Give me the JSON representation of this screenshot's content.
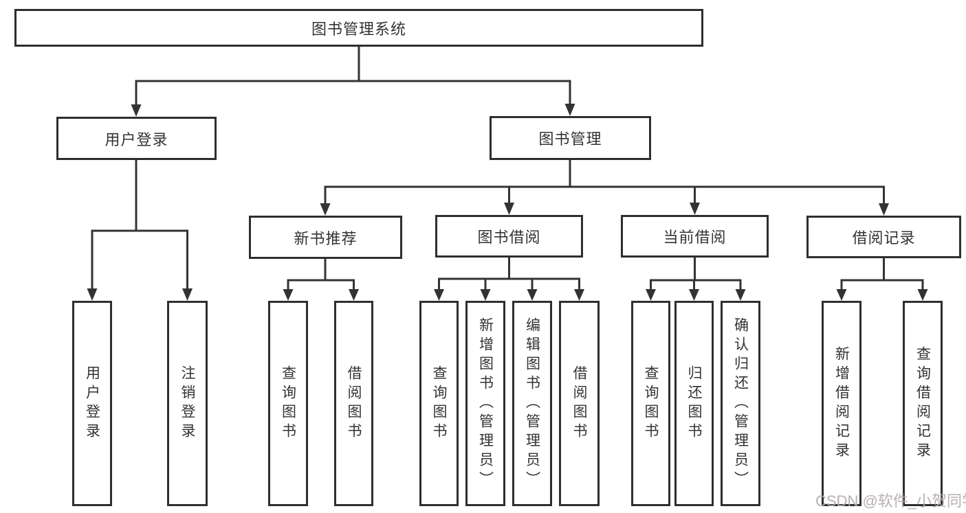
{
  "diagram": {
    "root": {
      "label": "图书管理系统"
    },
    "level2": [
      {
        "label": "用户登录"
      },
      {
        "label": "图书管理"
      }
    ],
    "level3": [
      {
        "label": "新书推荐"
      },
      {
        "label": "图书借阅"
      },
      {
        "label": "当前借阅"
      },
      {
        "label": "借阅记录"
      }
    ],
    "leaves": {
      "user_login_group": [
        {
          "label": "用户登录"
        },
        {
          "label": "注销登录"
        }
      ],
      "new_book_group": [
        {
          "label": "查询图书"
        },
        {
          "label": "借阅图书"
        }
      ],
      "book_borrow_group": [
        {
          "label": "查询图书"
        },
        {
          "label": "新增图书（管理员）"
        },
        {
          "label": "编辑图书（管理员）"
        },
        {
          "label": "借阅图书"
        }
      ],
      "current_borrow_group": [
        {
          "label": "查询图书"
        },
        {
          "label": "归还图书"
        },
        {
          "label": "确认归还（管理员）"
        }
      ],
      "record_group": [
        {
          "label": "新增借阅记录"
        },
        {
          "label": "查询借阅记录"
        }
      ]
    }
  },
  "watermark": {
    "text": "CSDN @软件_小贺同学"
  },
  "colors": {
    "line": "#333333",
    "box_border": "#2e2e2e",
    "text": "#333333",
    "watermark": "#b0aeae",
    "background": "#ffffff"
  }
}
